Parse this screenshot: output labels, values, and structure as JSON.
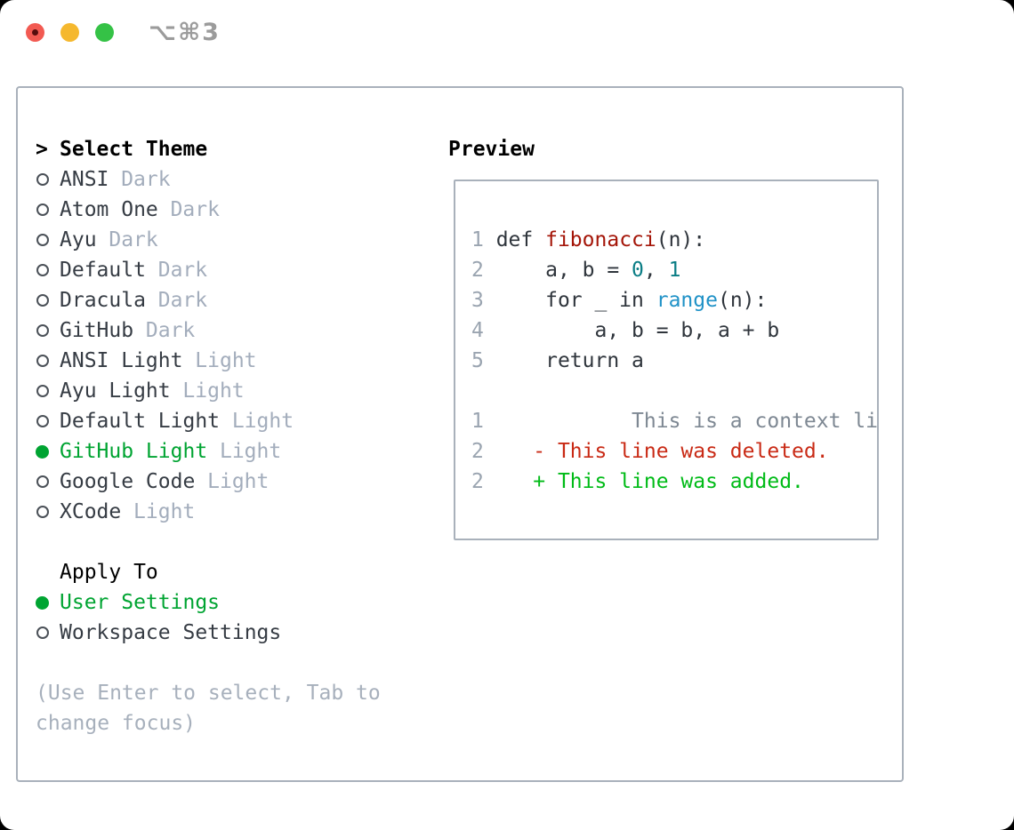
{
  "window": {
    "shortcut": "⌥⌘3"
  },
  "colors": {
    "accent_green": "#00a432",
    "added_green": "#00bb17",
    "deleted_red": "#c92a15",
    "context_gray": "#7e8893",
    "function_red": "#a41508",
    "number_teal": "#0a7d85",
    "builtin_blue": "#2092c7",
    "line_number_gray": "#9aa4b0",
    "tag_gray": "#a3adbc",
    "panel_border": "#a9b1bb",
    "traffic_red": "#f25a52",
    "traffic_yellow": "#f5b82e",
    "traffic_green": "#35c246"
  },
  "left": {
    "prompt": ">",
    "header": "Select Theme",
    "themes": [
      {
        "name": "ANSI",
        "tag": "Dark",
        "selected": false
      },
      {
        "name": "Atom One",
        "tag": "Dark",
        "selected": false
      },
      {
        "name": "Ayu",
        "tag": "Dark",
        "selected": false
      },
      {
        "name": "Default",
        "tag": "Dark",
        "selected": false
      },
      {
        "name": "Dracula",
        "tag": "Dark",
        "selected": false
      },
      {
        "name": "GitHub",
        "tag": "Dark",
        "selected": false
      },
      {
        "name": "ANSI Light",
        "tag": "Light",
        "selected": false
      },
      {
        "name": "Ayu Light",
        "tag": "Light",
        "selected": false
      },
      {
        "name": "Default Light",
        "tag": "Light",
        "selected": false
      },
      {
        "name": "GitHub Light",
        "tag": "Light",
        "selected": true
      },
      {
        "name": "Google Code",
        "tag": "Light",
        "selected": false
      },
      {
        "name": "XCode",
        "tag": "Light",
        "selected": false
      }
    ],
    "apply_header": "Apply To",
    "apply_options": [
      {
        "name": "User Settings",
        "selected": true
      },
      {
        "name": "Workspace Settings",
        "selected": false
      }
    ],
    "hint": "(Use Enter to select, Tab to change focus)"
  },
  "preview": {
    "header": "Preview",
    "lines": [
      [
        [
          "1",
          "ln"
        ],
        [
          " def ",
          "c"
        ],
        [
          "fibonacci",
          "fn"
        ],
        [
          "(n):",
          "c"
        ]
      ],
      [
        [
          "2",
          "ln"
        ],
        [
          "     a, b = ",
          "c"
        ],
        [
          "0",
          "n"
        ],
        [
          ", ",
          "c"
        ],
        [
          "1",
          "n"
        ]
      ],
      [
        [
          "3",
          "ln"
        ],
        [
          "     for _ in ",
          "c"
        ],
        [
          "range",
          "b"
        ],
        [
          "(n):",
          "c"
        ]
      ],
      [
        [
          "4",
          "ln"
        ],
        [
          "         a, b = b, a + b",
          "c"
        ]
      ],
      [
        [
          "5",
          "ln"
        ],
        [
          "     return a",
          "c"
        ]
      ],
      [],
      [
        [
          "1",
          "ln"
        ],
        [
          "            This is a context line.",
          "ctx"
        ]
      ],
      [
        [
          "2",
          "ln"
        ],
        [
          "    ",
          "c"
        ],
        [
          "- This line was deleted.",
          "del"
        ]
      ],
      [
        [
          "2",
          "ln"
        ],
        [
          "    ",
          "c"
        ],
        [
          "+ This line was added.",
          "add"
        ]
      ]
    ]
  }
}
